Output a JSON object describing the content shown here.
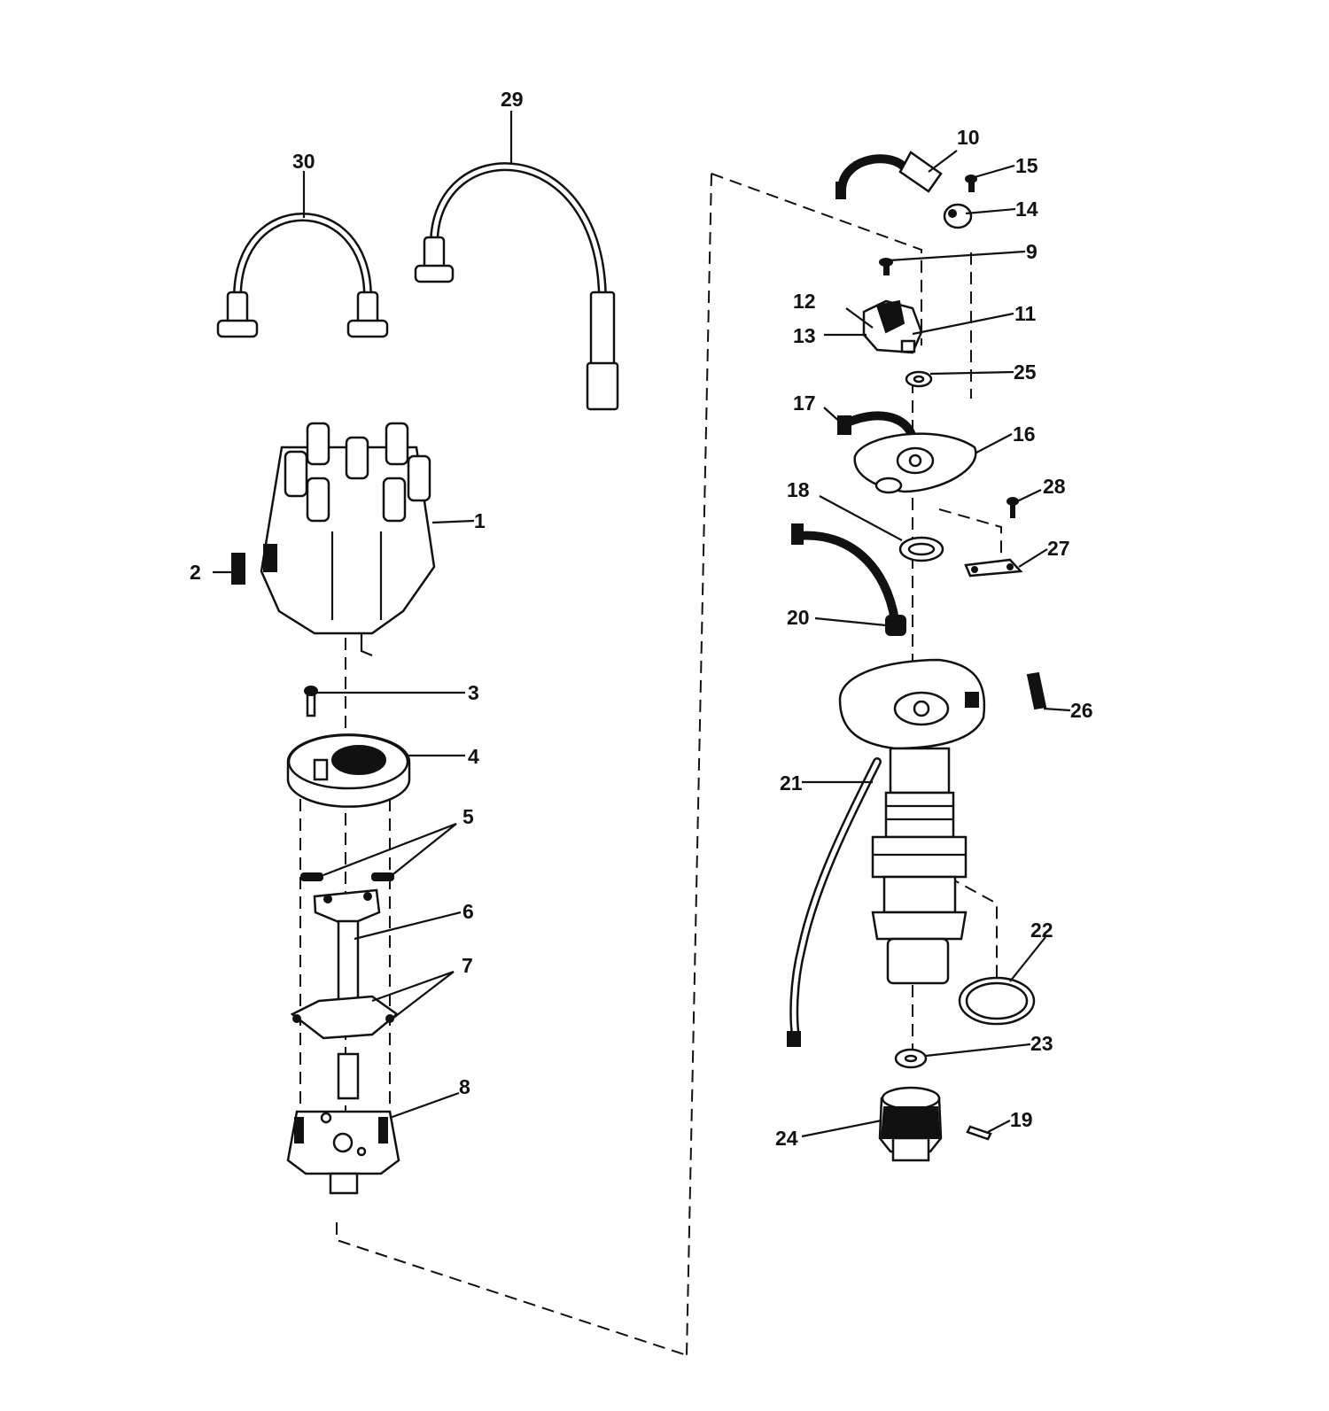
{
  "callouts": [
    "1",
    "2",
    "3",
    "4",
    "5",
    "6",
    "7",
    "8",
    "9",
    "10",
    "11",
    "12",
    "13",
    "14",
    "15",
    "16",
    "17",
    "18",
    "19",
    "20",
    "21",
    "22",
    "23",
    "24",
    "25",
    "26",
    "27",
    "28",
    "29",
    "30"
  ],
  "colors": {
    "line": "#111111",
    "background": "#ffffff"
  }
}
